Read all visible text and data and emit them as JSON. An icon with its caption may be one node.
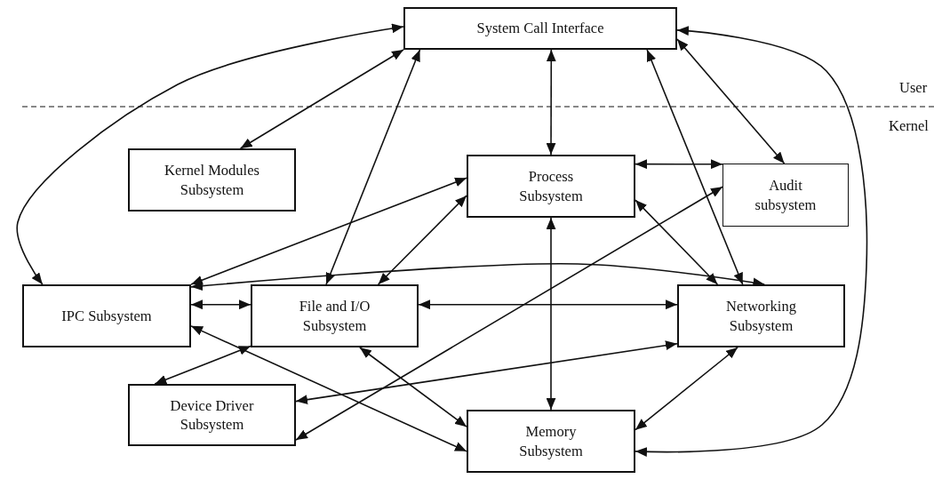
{
  "diagram": {
    "nodes": [
      {
        "text": [
          "System Call Interface"
        ]
      },
      {
        "text": [
          "Kernel Modules Subsystem"
        ]
      },
      {
        "text": [
          "Process Subsystem"
        ]
      },
      {
        "text": [
          "Audit subsystem"
        ]
      },
      {
        "text": [
          "IPC Subsystem"
        ]
      },
      {
        "text": [
          "File and I/O Subsystem"
        ]
      },
      {
        "text": [
          "Networking Subsystem"
        ]
      },
      {
        "text": [
          "Device Driver Subsystem"
        ]
      },
      {
        "text": [
          "Memory Subsystem"
        ]
      }
    ],
    "edges": [
      {
        "from": 0,
        "to": 4,
        "arrow": "both"
      },
      {
        "from": 0,
        "to": 1,
        "arrow": "both"
      },
      {
        "from": 0,
        "to": 5,
        "arrow": "both"
      },
      {
        "from": 0,
        "to": 2,
        "arrow": "both"
      },
      {
        "from": 0,
        "to": 6,
        "arrow": "both"
      },
      {
        "from": 0,
        "to": 3,
        "arrow": "both"
      },
      {
        "from": 0,
        "to": 8,
        "arrow": "both"
      },
      {
        "from": 2,
        "to": 3,
        "arrow": "both"
      },
      {
        "from": 4,
        "to": 2,
        "arrow": "both"
      },
      {
        "from": 5,
        "to": 2,
        "arrow": "both"
      },
      {
        "from": 2,
        "to": 6,
        "arrow": "both"
      },
      {
        "from": 4,
        "to": 6,
        "arrow": "both"
      },
      {
        "from": 4,
        "to": 5,
        "arrow": "both"
      },
      {
        "from": 5,
        "to": 6,
        "arrow": "both"
      },
      {
        "from": 2,
        "to": 8,
        "arrow": "both"
      },
      {
        "from": 5,
        "to": 7,
        "arrow": "both"
      },
      {
        "from": 4,
        "to": 8,
        "arrow": "both"
      },
      {
        "from": 3,
        "to": 7,
        "arrow": "both"
      },
      {
        "from": 6,
        "to": 7,
        "arrow": "both"
      },
      {
        "from": 5,
        "to": 8,
        "arrow": "both"
      },
      {
        "from": 6,
        "to": 8,
        "arrow": "both"
      }
    ],
    "labels": [
      "User",
      "Kernel"
    ]
  }
}
